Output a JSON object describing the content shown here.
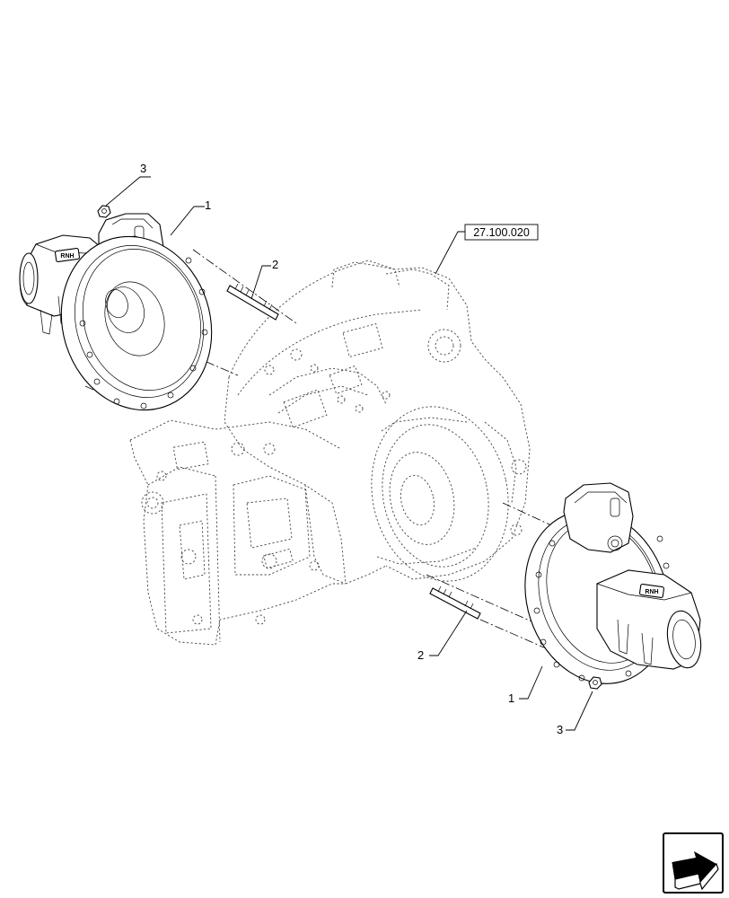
{
  "diagram": {
    "reference_box": "27.100.020",
    "callouts": {
      "left_housing": "1",
      "right_housing": "1",
      "left_stud": "2",
      "right_stud": "2",
      "left_nut": "3",
      "right_nut": "3"
    },
    "logo_text_left": "RNH",
    "logo_text_right": "RNH",
    "nav_icon": "next-page-arrow-icon"
  }
}
